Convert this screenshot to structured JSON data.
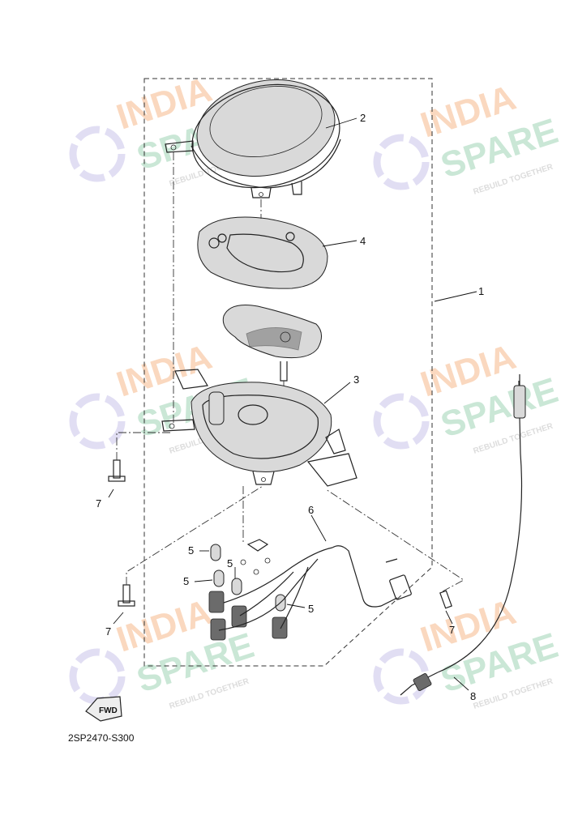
{
  "diagram": {
    "code": "2SP2470-S300",
    "fwd_label": "FWD",
    "callouts": [
      "1",
      "2",
      "3",
      "4",
      "5",
      "6",
      "7",
      "8"
    ]
  },
  "watermark": {
    "line1": "INDIA",
    "line2": "SPARE",
    "tagline": "REBUILD TOGETHER",
    "color_orange": "#f6b98a",
    "color_green": "#9fd3b4",
    "color_purple": "#c9c3ea"
  }
}
